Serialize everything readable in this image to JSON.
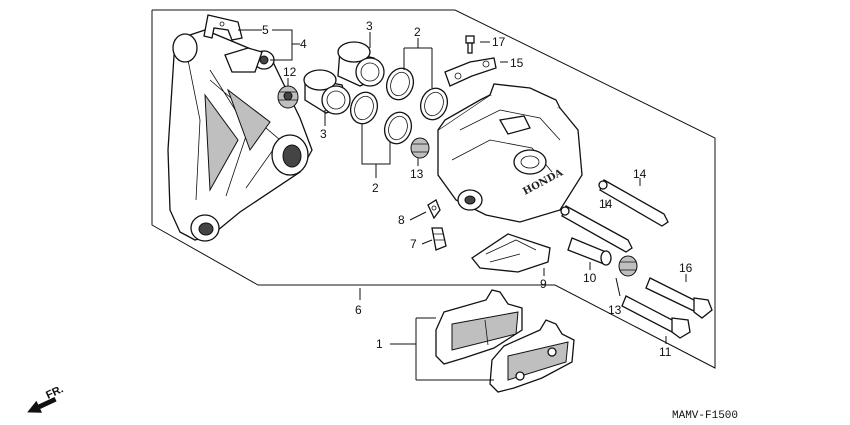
{
  "diagram": {
    "part_numbers": [
      "1",
      "2",
      "2",
      "3",
      "3",
      "4",
      "5",
      "6",
      "7",
      "8",
      "9",
      "10",
      "11",
      "12",
      "13",
      "13",
      "14",
      "14",
      "15",
      "16",
      "17"
    ],
    "brand_text": "HONDA",
    "diagram_code": "MAMV-F1500",
    "direction_label": "FR."
  },
  "labels": {
    "p5": "5",
    "p4": "4",
    "p12": "12",
    "p3a": "3",
    "p3b": "3",
    "p2a": "2",
    "p2b": "2",
    "p17": "17",
    "p15": "15",
    "p13a": "13",
    "p14a": "14",
    "p14b": "14",
    "p8": "8",
    "p7": "7",
    "p10": "10",
    "p9": "9",
    "p13b": "13",
    "p16": "16",
    "p6": "6",
    "p1": "1",
    "p11": "11"
  },
  "colors": {
    "line": "#111111",
    "background": "#ffffff",
    "shade": "#bfbfbf"
  }
}
